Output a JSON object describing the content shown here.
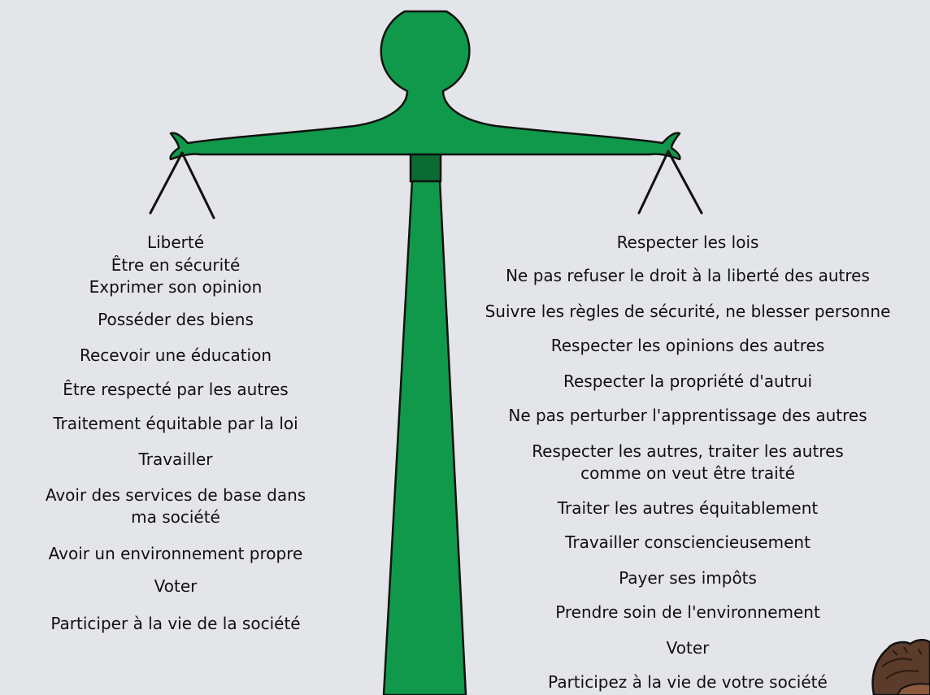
{
  "diagram": {
    "colors": {
      "background": "#e3e5e8",
      "scale_green": "#10994a",
      "collar_green": "#0b6b33",
      "outline": "#111111"
    },
    "rights": {
      "items": [
        "Liberté",
        "Être en sécurité",
        "Exprimer son opinion",
        "Posséder des biens",
        "Recevoir une éducation",
        "Être respecté par les autres",
        "Traitement équitable par la loi",
        "Travailler",
        "Avoir des services de base dans\nma société",
        "Avoir un environnement propre",
        "Voter",
        "Participer à la vie de la société"
      ]
    },
    "responsibilities": {
      "items": [
        "Respecter les lois",
        "Ne pas refuser le droit à la liberté des autres",
        "Suivre les règles de sécurité, ne blesser personne",
        "Respecter les opinions des autres",
        "Respecter la propriété d'autrui",
        "Ne pas perturber l'apprentissage des autres",
        "Respecter les autres, traiter les autres\ncomme on veut être traité",
        "Traiter les autres équitablement",
        "Travailler consciencieusement",
        "Payer ses impôts",
        "Prendre soin de l'environnement",
        "Voter",
        "Participez à la vie de votre société"
      ]
    }
  }
}
